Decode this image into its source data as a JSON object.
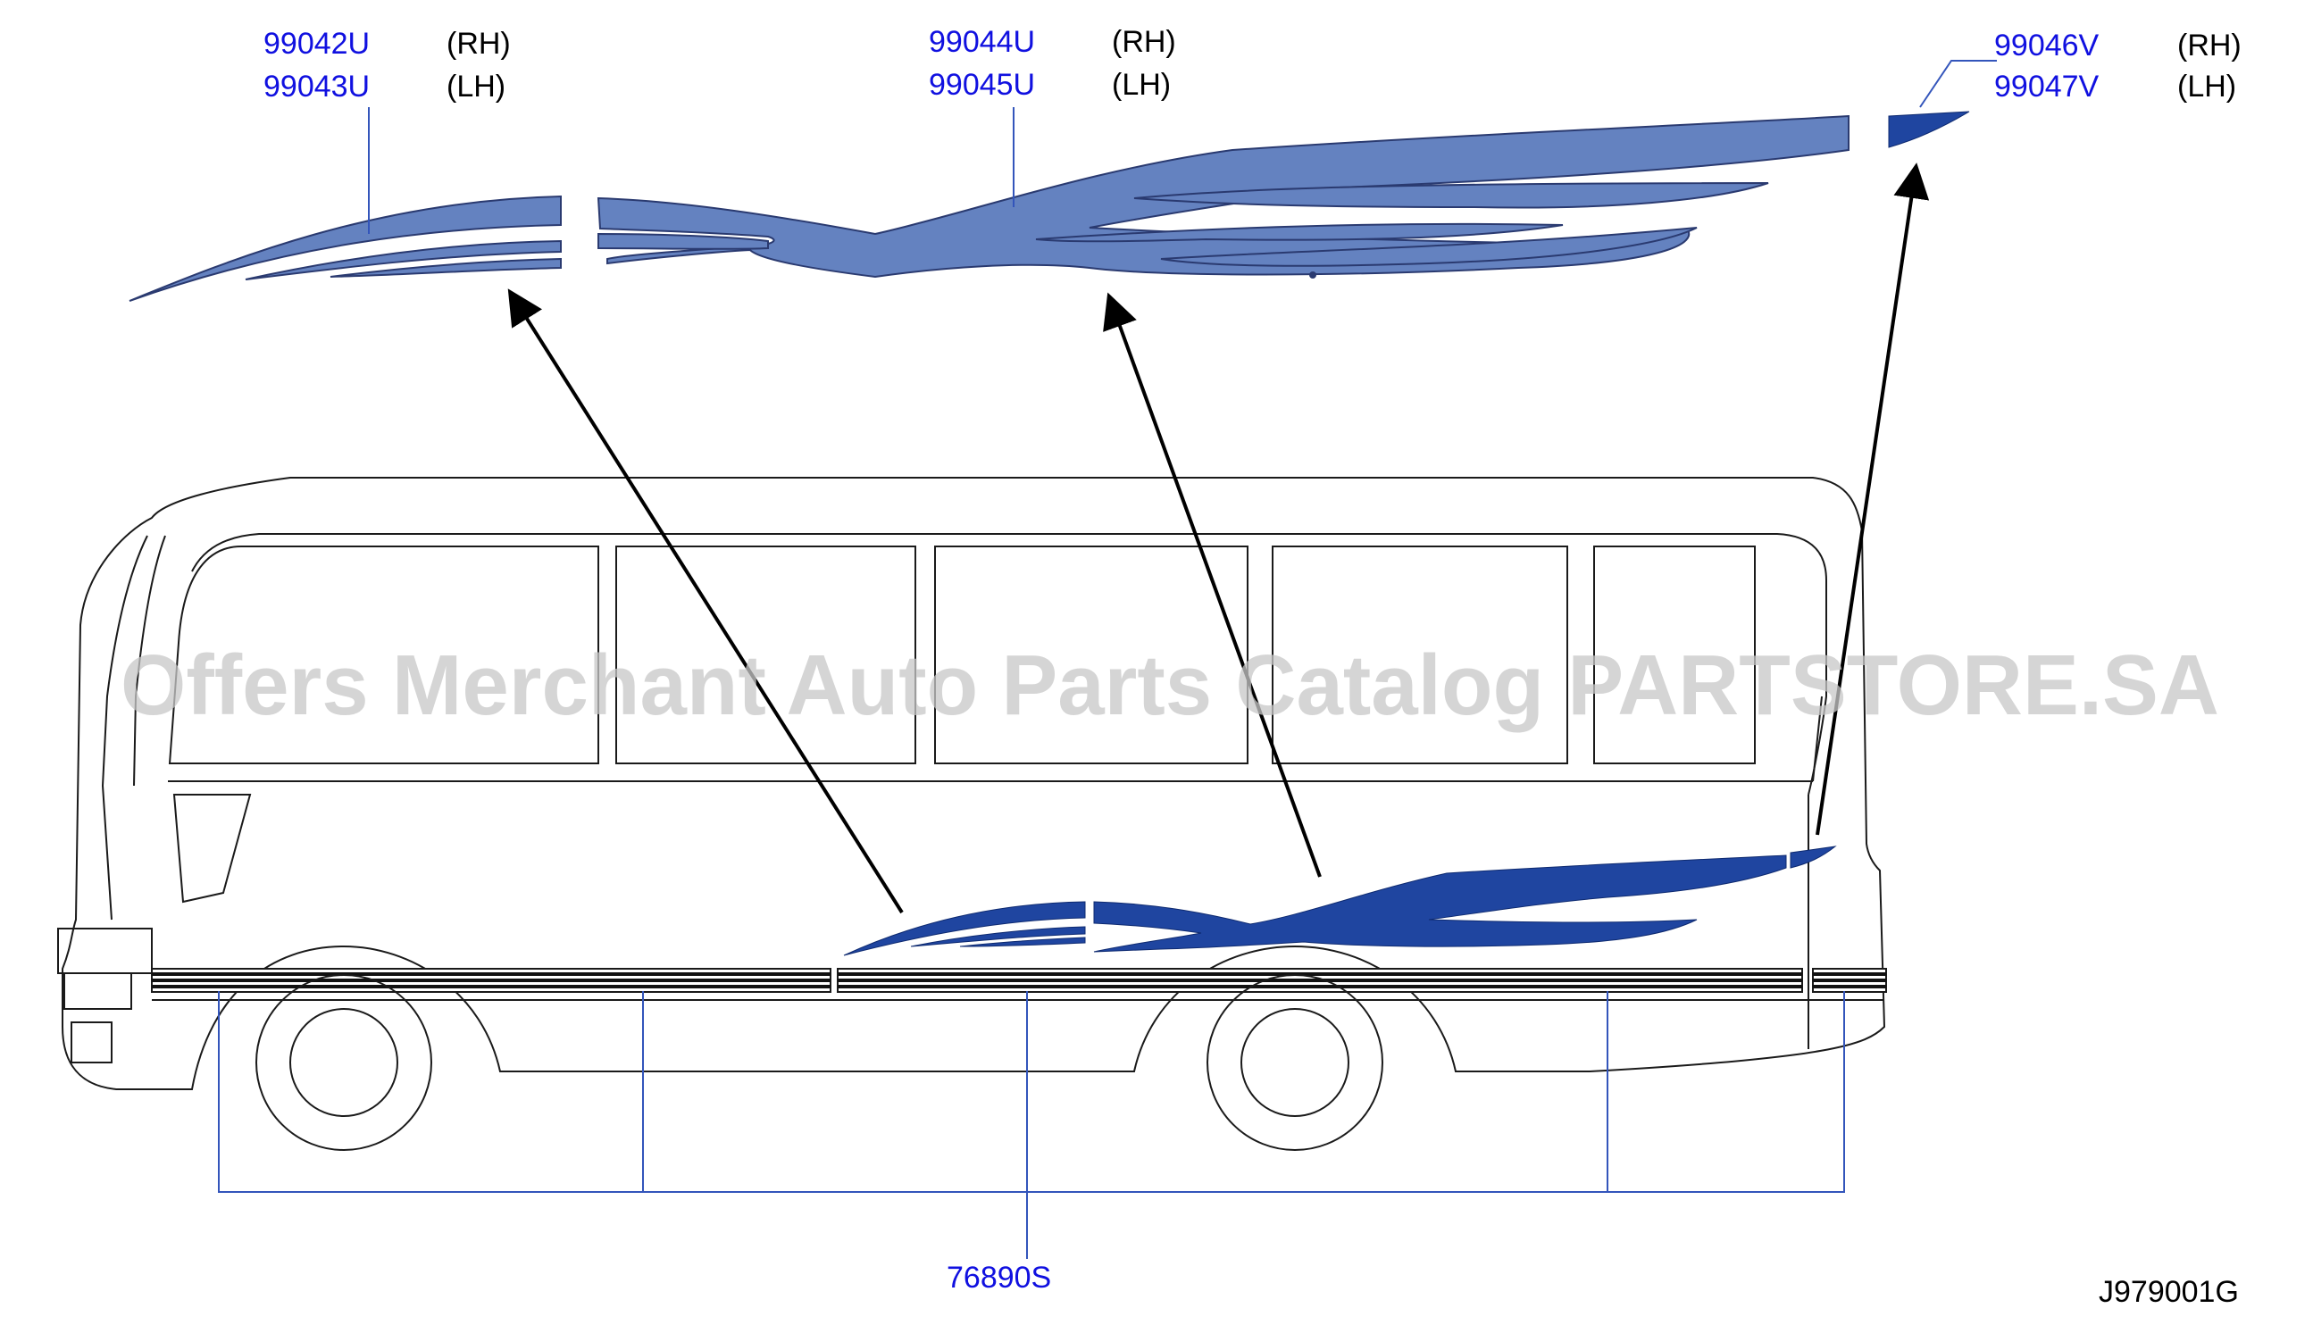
{
  "labels": {
    "front_rh": "99042U",
    "front_lh": "99043U",
    "mid_rh": "99044U",
    "mid_lh": "99045U",
    "rear_rh": "99046V",
    "rear_lh": "99047V",
    "rh": "(RH)",
    "lh": "(LH)",
    "molding": "76890S"
  },
  "diagram_code": "J979001G",
  "watermark": "Offers Merchant Auto Parts Catalog PARTSTORE.SA",
  "colors": {
    "label": "#1010e0",
    "decal_exploded": "#6482c0",
    "decal_installed": "#1f45a0",
    "leader": "#3355bb",
    "outline": "#1a1a1a"
  }
}
